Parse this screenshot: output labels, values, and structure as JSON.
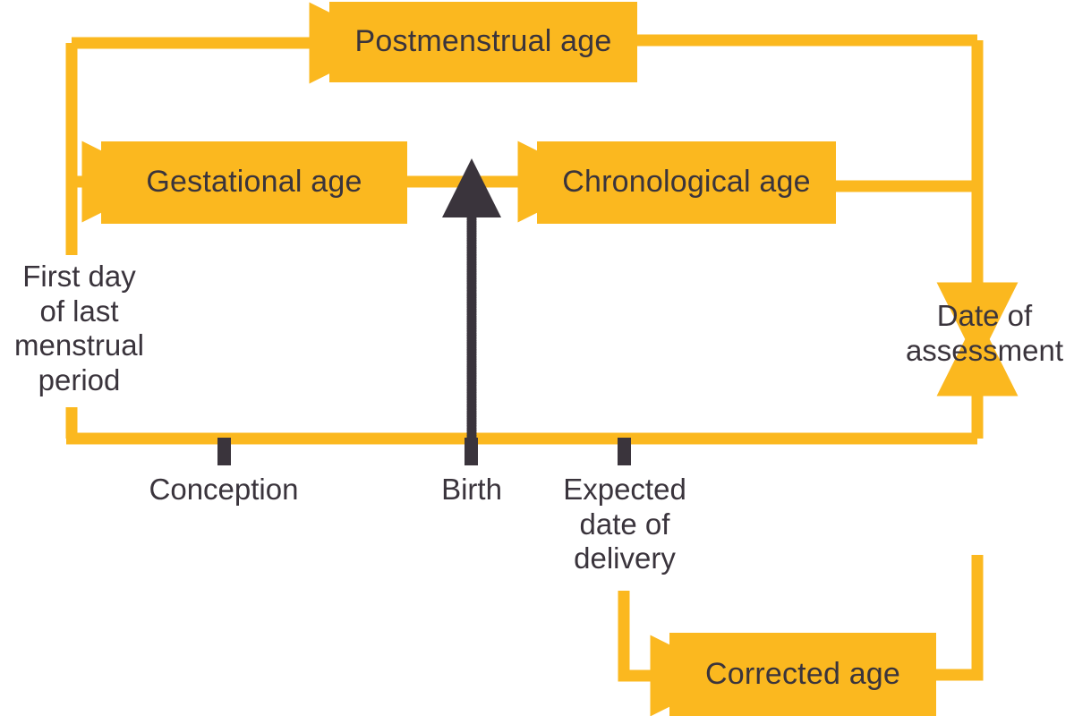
{
  "colors": {
    "accent": "#FBB81F",
    "text": "#3A343C",
    "background": "#FFFFFF",
    "tick": "#3A343C"
  },
  "nodes": {
    "postmenstrual_age": "Postmenstrual age",
    "gestational_age": "Gestational age",
    "chronological_age": "Chronological age",
    "corrected_age": "Corrected age"
  },
  "labels": {
    "first_day_last_menstrual_period": "First day\nof last\nmenstrual\nperiod",
    "date_of_assessment": "Date of\nassessment",
    "conception": "Conception",
    "birth": "Birth",
    "expected_date_of_delivery": "Expected\ndate of\ndelivery"
  },
  "timeline": {
    "markers": [
      "Conception",
      "Birth",
      "Expected date of delivery"
    ]
  },
  "connections": [
    {
      "from": "first day of last menstrual period",
      "to": "Postmenstrual age",
      "style": "solid-arrow"
    },
    {
      "from": "first day of last menstrual period",
      "to": "Gestational age",
      "style": "solid-arrow"
    },
    {
      "from": "Gestational age",
      "to": "Chronological age",
      "style": "solid-arrow"
    },
    {
      "from": "Postmenstrual age",
      "to": "Date of assessment",
      "style": "solid-arrow"
    },
    {
      "from": "Chronological age",
      "to": "Date of assessment",
      "style": "solid-line"
    },
    {
      "from": "Birth",
      "to": "Gestational age / Chronological age junction",
      "style": "dotted-arrow"
    },
    {
      "from": "Expected date of delivery",
      "to": "Corrected age",
      "style": "solid-arrow"
    },
    {
      "from": "Corrected age",
      "to": "Date of assessment",
      "style": "solid-arrow"
    }
  ]
}
